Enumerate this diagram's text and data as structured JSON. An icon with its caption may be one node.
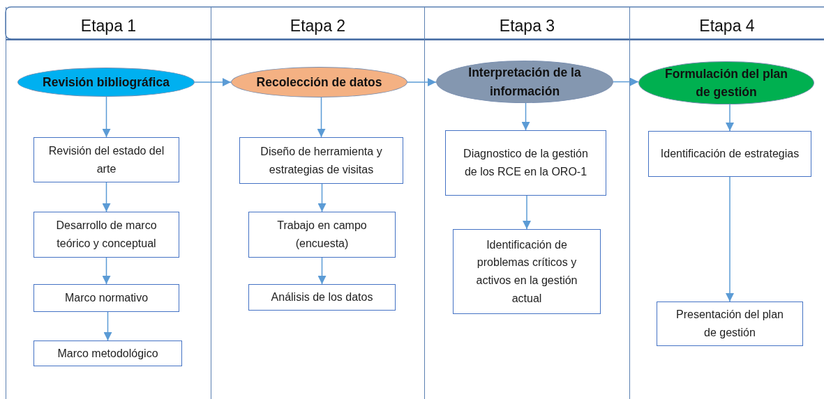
{
  "diagram": {
    "nodes": [
      {
        "text": [
          "Etapa 1"
        ]
      },
      {
        "text": [
          "Etapa 2"
        ]
      },
      {
        "text": [
          "Etapa 3"
        ]
      },
      {
        "text": [
          "Etapa 4"
        ]
      },
      {
        "text": [
          "Revisión bibliográfica"
        ],
        "in": 0
      },
      {
        "text": [
          "Revisión del estado del arte"
        ],
        "in": 0
      },
      {
        "text": [
          "Desarrollo de marco teórico y conceptual"
        ],
        "in": 0
      },
      {
        "text": [
          "Marco normativo"
        ],
        "in": 0
      },
      {
        "text": [
          "Marco metodológico"
        ],
        "in": 0
      },
      {
        "text": [
          "Recolección de datos"
        ],
        "in": 1
      },
      {
        "text": [
          "Diseño de herramienta y estrategias de visitas"
        ],
        "in": 1
      },
      {
        "text": [
          "Trabajo en campo (encuesta)"
        ],
        "in": 1
      },
      {
        "text": [
          "Análisis de los datos"
        ],
        "in": 1
      },
      {
        "text": [
          "Interpretación de la información"
        ],
        "in": 2
      },
      {
        "text": [
          "Diagnostico de la gestión de los RCE en la ORO-1"
        ],
        "in": 2
      },
      {
        "text": [
          "Identificación de problemas críticos y activos en la gestión actual"
        ],
        "in": 2
      },
      {
        "text": [
          "Formulación del plan de gestión"
        ],
        "in": 3
      },
      {
        "text": [
          "Identificación de estrategias"
        ],
        "in": 3
      },
      {
        "text": [
          "Presentación del plan de gestión"
        ],
        "in": 3
      }
    ],
    "edges": [
      {
        "from": 4,
        "to": 9,
        "arrow": "to"
      },
      {
        "from": 9,
        "to": 13,
        "arrow": "to"
      },
      {
        "from": 13,
        "to": 16,
        "arrow": "to"
      },
      {
        "from": 4,
        "to": 5,
        "arrow": "to"
      },
      {
        "from": 5,
        "to": 6,
        "arrow": "to"
      },
      {
        "from": 6,
        "to": 7,
        "arrow": "to"
      },
      {
        "from": 7,
        "to": 8,
        "arrow": "to"
      },
      {
        "from": 9,
        "to": 10,
        "arrow": "to"
      },
      {
        "from": 10,
        "to": 11,
        "arrow": "to"
      },
      {
        "from": 11,
        "to": 12,
        "arrow": "to"
      },
      {
        "from": 13,
        "to": 14,
        "arrow": "to"
      },
      {
        "from": 14,
        "to": 15,
        "arrow": "to"
      },
      {
        "from": 16,
        "to": 17,
        "arrow": "to"
      },
      {
        "from": 17,
        "to": 18,
        "arrow": "to"
      }
    ]
  }
}
